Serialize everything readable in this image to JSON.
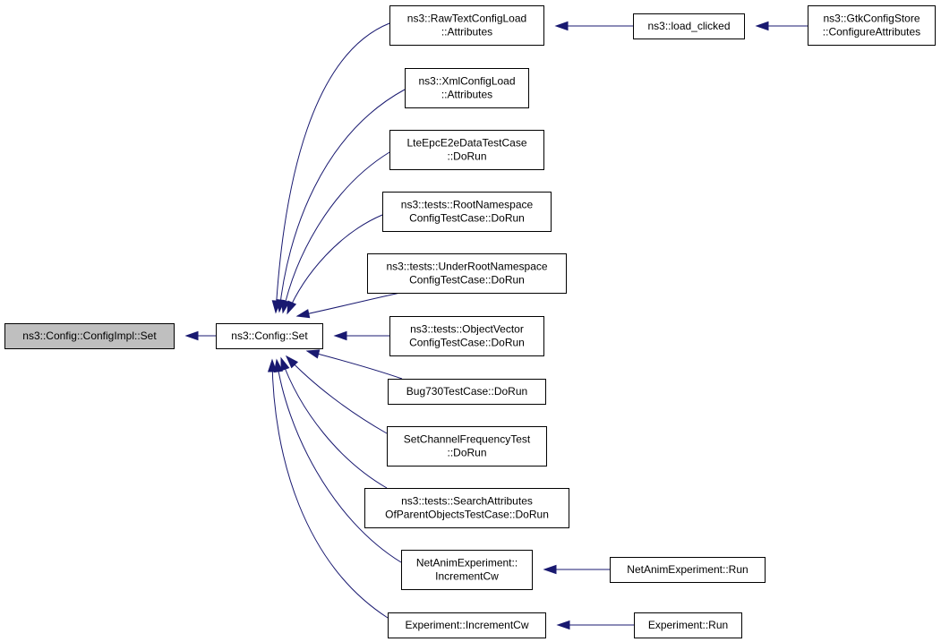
{
  "graph": {
    "colors": {
      "edge": "#191970",
      "node_border": "#000000",
      "node_fill": "#ffffff",
      "root_fill": "#bfbfbf"
    },
    "nodes": [
      {
        "id": "config-impl-set",
        "lines": [
          "ns3::Config::ConfigImpl::Set"
        ],
        "root": true
      },
      {
        "id": "config-set",
        "lines": [
          "ns3::Config::Set"
        ]
      },
      {
        "id": "rawtext-attributes",
        "lines": [
          "ns3::RawTextConfigLoad",
          "::Attributes"
        ]
      },
      {
        "id": "xml-attributes",
        "lines": [
          "ns3::XmlConfigLoad",
          "::Attributes"
        ]
      },
      {
        "id": "lte-doRun",
        "lines": [
          "LteEpcE2eDataTestCase",
          "::DoRun"
        ]
      },
      {
        "id": "root-ns-doRun",
        "lines": [
          "ns3::tests::RootNamespace",
          "ConfigTestCase::DoRun"
        ]
      },
      {
        "id": "under-root-ns-doRun",
        "lines": [
          "ns3::tests::UnderRootNamespace",
          "ConfigTestCase::DoRun"
        ]
      },
      {
        "id": "object-vector-doRun",
        "lines": [
          "ns3::tests::ObjectVector",
          "ConfigTestCase::DoRun"
        ]
      },
      {
        "id": "bug730-doRun",
        "lines": [
          "Bug730TestCase::DoRun"
        ]
      },
      {
        "id": "set-channel-doRun",
        "lines": [
          "SetChannelFrequencyTest",
          "::DoRun"
        ]
      },
      {
        "id": "search-attr-doRun",
        "lines": [
          "ns3::tests::SearchAttributes",
          "OfParentObjectsTestCase::DoRun"
        ]
      },
      {
        "id": "netanim-increment",
        "lines": [
          "NetAnimExperiment::",
          "IncrementCw"
        ]
      },
      {
        "id": "experiment-increment",
        "lines": [
          "Experiment::IncrementCw"
        ]
      },
      {
        "id": "load-clicked",
        "lines": [
          "ns3::load_clicked"
        ]
      },
      {
        "id": "gtk-configure",
        "lines": [
          "ns3::GtkConfigStore",
          "::ConfigureAttributes"
        ]
      },
      {
        "id": "netanim-run",
        "lines": [
          "NetAnimExperiment::Run"
        ]
      },
      {
        "id": "experiment-run",
        "lines": [
          "Experiment::Run"
        ]
      }
    ],
    "edges": [
      {
        "from": "config-set",
        "to": "config-impl-set"
      },
      {
        "from": "rawtext-attributes",
        "to": "config-set"
      },
      {
        "from": "xml-attributes",
        "to": "config-set"
      },
      {
        "from": "lte-doRun",
        "to": "config-set"
      },
      {
        "from": "root-ns-doRun",
        "to": "config-set"
      },
      {
        "from": "under-root-ns-doRun",
        "to": "config-set"
      },
      {
        "from": "object-vector-doRun",
        "to": "config-set"
      },
      {
        "from": "bug730-doRun",
        "to": "config-set"
      },
      {
        "from": "set-channel-doRun",
        "to": "config-set"
      },
      {
        "from": "search-attr-doRun",
        "to": "config-set"
      },
      {
        "from": "netanim-increment",
        "to": "config-set"
      },
      {
        "from": "experiment-increment",
        "to": "config-set"
      },
      {
        "from": "load-clicked",
        "to": "rawtext-attributes"
      },
      {
        "from": "gtk-configure",
        "to": "load-clicked"
      },
      {
        "from": "netanim-run",
        "to": "netanim-increment"
      },
      {
        "from": "experiment-run",
        "to": "experiment-increment"
      }
    ]
  }
}
